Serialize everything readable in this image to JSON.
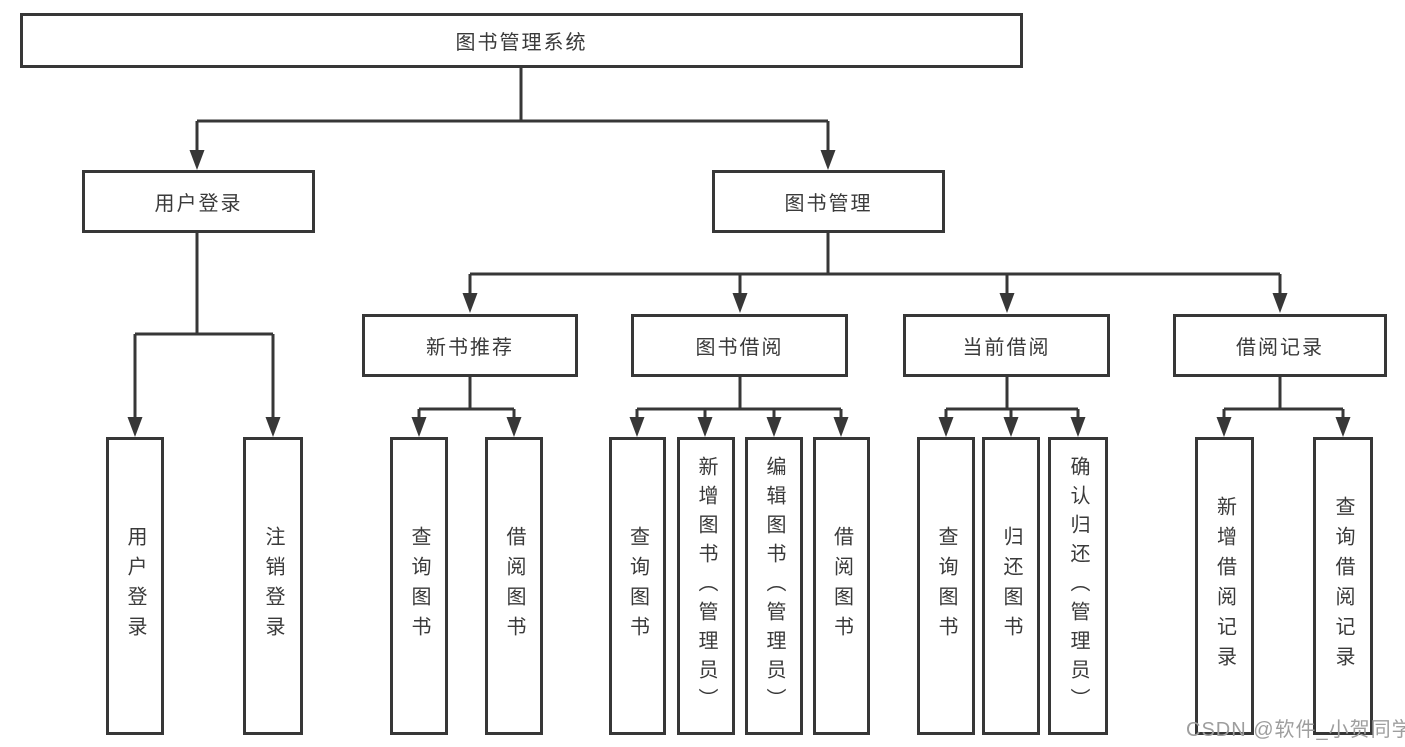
{
  "diagram": {
    "title": "图书管理系统",
    "root": {
      "label": "图书管理系统"
    },
    "level2": {
      "user_login": {
        "label": "用户登录"
      },
      "book_management": {
        "label": "图书管理"
      }
    },
    "level3": {
      "new_book_recommend": {
        "label": "新书推荐"
      },
      "book_borrowing": {
        "label": "图书借阅"
      },
      "current_borrowing": {
        "label": "当前借阅"
      },
      "borrowing_records": {
        "label": "借阅记录"
      }
    },
    "leaves": {
      "user_login": [
        "用户登录",
        "注销登录"
      ],
      "new_book_recommend": [
        "查询图书",
        "借阅图书"
      ],
      "book_borrowing": [
        "查询图书",
        "新增图书（管理员）",
        "编辑图书（管理员）",
        "借阅图书"
      ],
      "current_borrowing": [
        "查询图书",
        "归还图书",
        "确认归还（管理员）"
      ],
      "borrowing_records": [
        "新增借阅记录",
        "查询借阅记录"
      ]
    }
  },
  "watermark": "CSDN @软件_小贺同学",
  "colors": {
    "line": "#373737",
    "box_border": "#373737",
    "text": "#3a3a3a",
    "watermark": "#9e9e9e",
    "background": "#ffffff"
  }
}
